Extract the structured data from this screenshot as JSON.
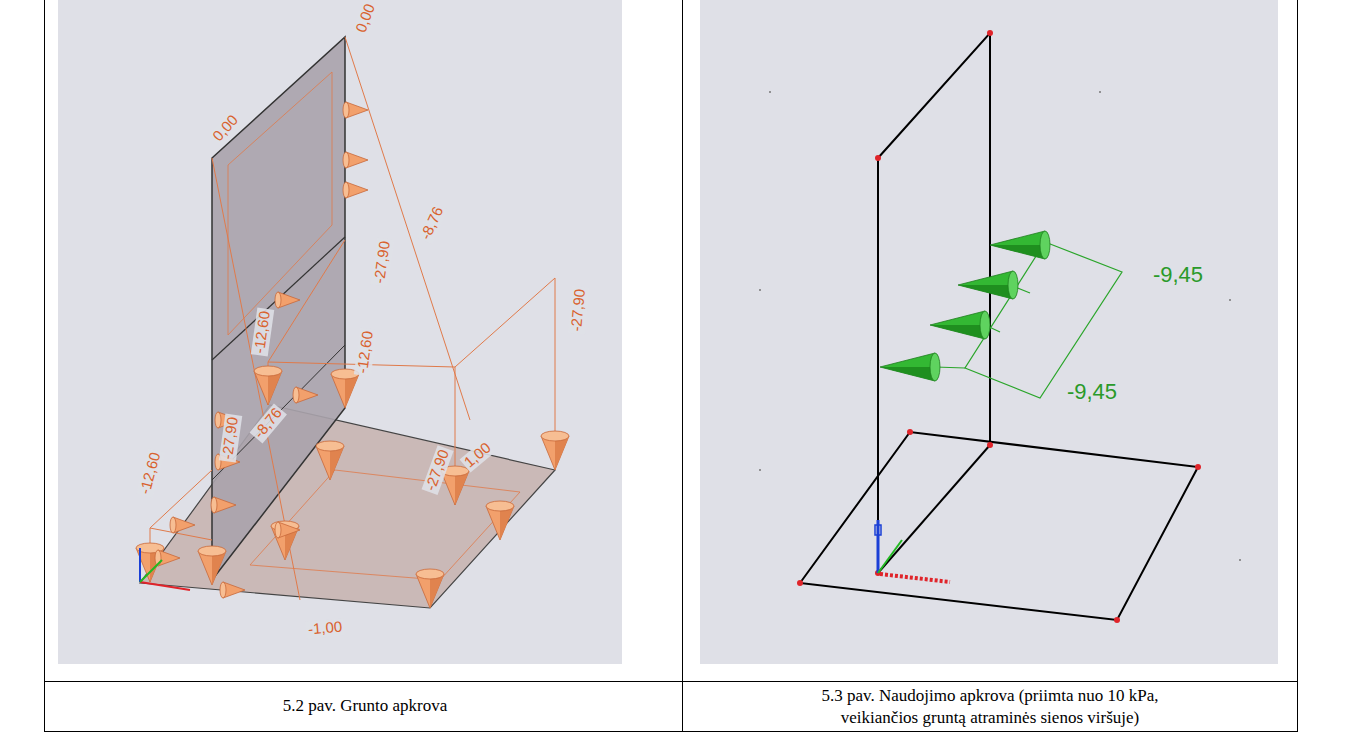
{
  "diagram": {
    "labels": [
      "0,00",
      "0,00",
      "-8,76",
      "-27,90",
      "-12,60",
      "-12,60",
      "-8,76",
      "-27,90",
      "-12,60",
      "-27,90",
      "-27,90",
      "1,00",
      "-1,00",
      "-9,45",
      "-9,45",
      "5.2 pav. Grunto apkrova",
      "5.3 pav. Naudojimo apkrova (priimta nuo 10 kPa, veikiančios gruntą atraminės sienos viršuje)"
    ]
  }
}
